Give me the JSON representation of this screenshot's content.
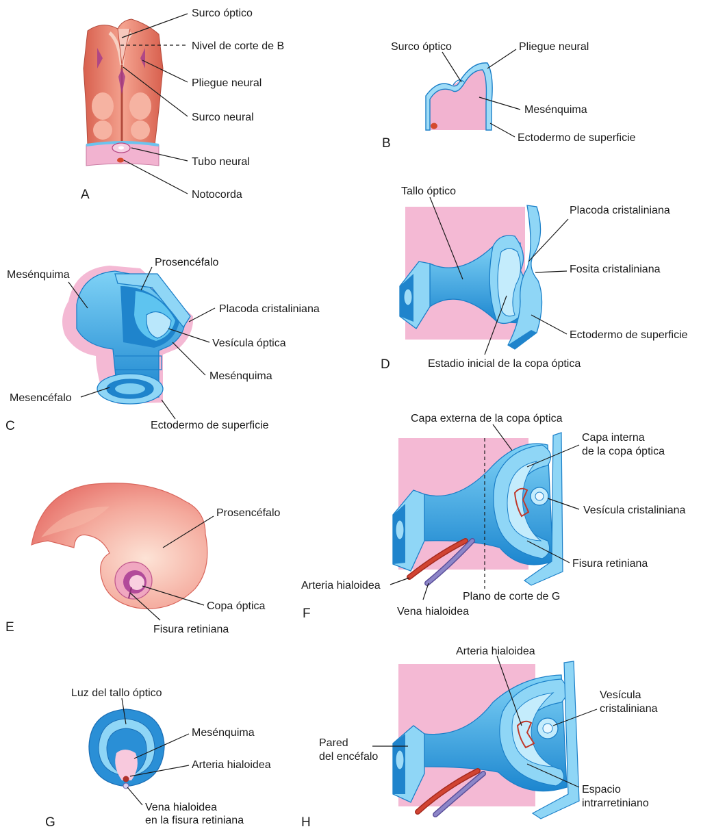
{
  "panels": {
    "A": {
      "letter": "A",
      "labels": [
        "Surco óptico",
        "Nivel de corte de B",
        "Pliegue neural",
        "Surco neural",
        "Tubo neural",
        "Notocorda"
      ]
    },
    "B": {
      "letter": "B",
      "labels": [
        "Surco óptico",
        "Pliegue neural",
        "Mesénquima",
        "Ectodermo de superficie"
      ]
    },
    "C": {
      "letter": "C",
      "labels": [
        "Mesénquima",
        "Prosencéfalo",
        "Placoda cristaliniana",
        "Vesícula óptica",
        "Mesénquima",
        "Mesencéfalo",
        "Ectodermo de superficie"
      ]
    },
    "D": {
      "letter": "D",
      "labels": [
        "Tallo óptico",
        "Placoda cristaliniana",
        "Fosita cristaliniana",
        "Ectodermo de superficie",
        "Estadio inicial de la copa óptica"
      ]
    },
    "E": {
      "letter": "E",
      "labels": [
        "Prosencéfalo",
        "Copa óptica",
        "Fisura retiniana"
      ]
    },
    "F": {
      "letter": "F",
      "labels": [
        "Capa externa de la copa óptica",
        "Capa interna",
        "de la copa óptica",
        "Vesícula cristaliniana",
        "Fisura retiniana",
        "Arteria hialoidea",
        "Vena hialoidea",
        "Plano de corte de G"
      ]
    },
    "G": {
      "letter": "G",
      "labels": [
        "Luz del tallo óptico",
        "Mesénquima",
        "Arteria hialoidea",
        "Vena hialoidea",
        "en la fisura retiniana"
      ]
    },
    "H": {
      "letter": "H",
      "labels": [
        "Arteria hialoidea",
        "Vesícula",
        "cristaliniana",
        "Pared",
        "del encéfalo",
        "Espacio",
        "intrarretiniano"
      ]
    }
  }
}
